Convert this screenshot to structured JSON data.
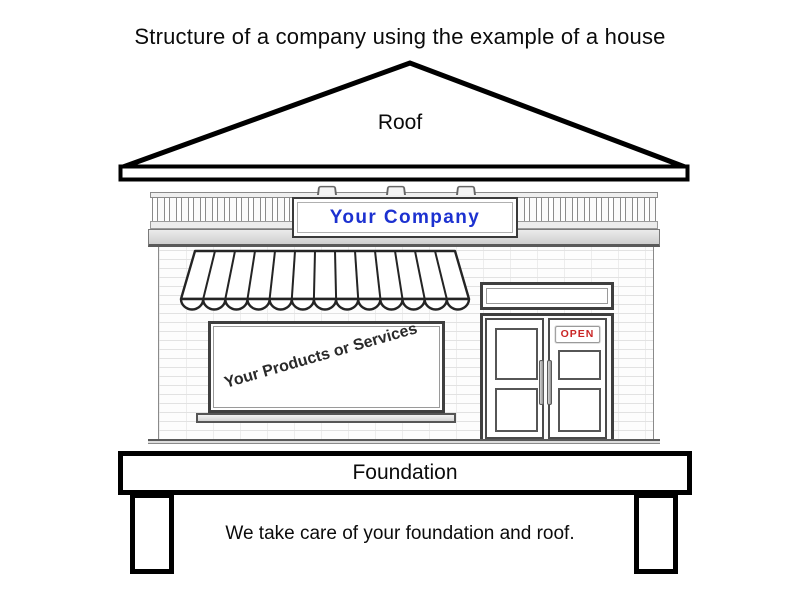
{
  "title": "Structure of a company using the example of a house",
  "roof": {
    "label": "Roof"
  },
  "storefront": {
    "sign_text": "Your Company",
    "window_text": "Your Products or Services",
    "open_sign_text": "OPEN"
  },
  "foundation": {
    "label": "Foundation"
  },
  "tagline": "We take care of your foundation and roof.",
  "colors": {
    "company_sign_blue": "#1c31d0",
    "open_sign_red": "#c92525",
    "outline_black": "#000000",
    "lineart_gray": "#3f3f3f"
  }
}
